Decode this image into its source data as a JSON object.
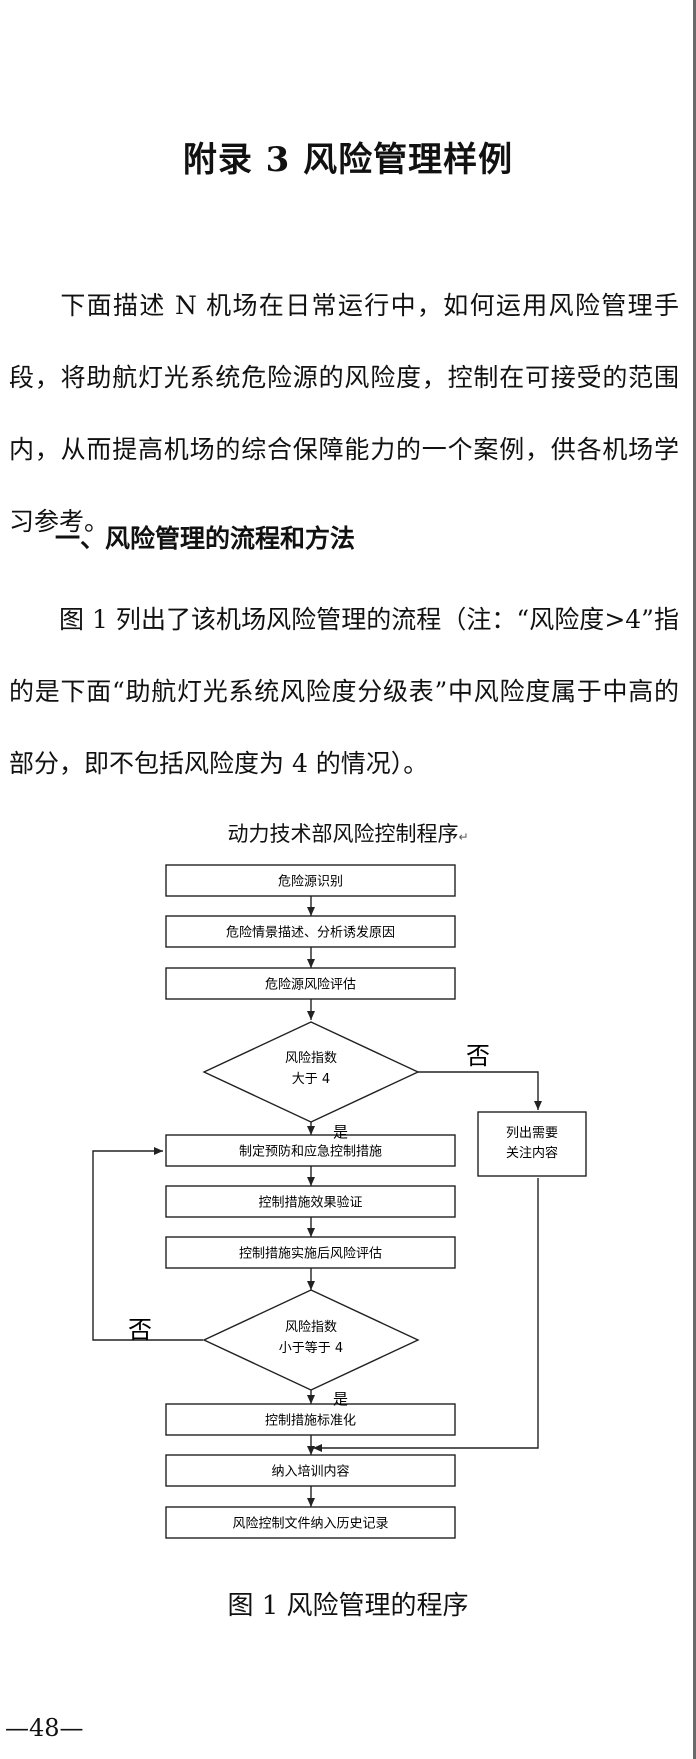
{
  "document": {
    "title": "附录 3  风险管理样例",
    "paragraph_1": "下面描述 N 机场在日常运行中，如何运用风险管理手段，将助航灯光系统危险源的风险度，控制在可接受的范围内，从而提高机场的综合保障能力的一个案例，供各机场学习参考。",
    "section_heading": "一、风险管理的流程和方法",
    "paragraph_2": "图 1  列出了该机场风险管理的流程（注：“风险度>4”指的是下面“助航灯光系统风险度分级表”中风险度属于中高的部分，即不包括风险度为 4 的情况）。",
    "page_number": "—48—"
  },
  "flowchart": {
    "title": "动力技术部风险控制程序",
    "return_mark": "↵",
    "steps": [
      "危险源识别",
      "危险情景描述、分析诱发原因",
      "危险源风险评估",
      "制定预防和应急控制措施",
      "控制措施效果验证",
      "控制措施实施后风险评估",
      "控制措施标准化",
      "纳入培训内容",
      "风险控制文件纳入历史记录"
    ],
    "decision_1": {
      "line1": "风险指数",
      "line2": "大于 4",
      "yes": "是",
      "no": "否"
    },
    "decision_2": {
      "line1": "风险指数",
      "line2": "小于等于 4",
      "yes": "是",
      "no": "否"
    },
    "side_box": {
      "line1": "列出需要",
      "line2": "关注内容"
    },
    "caption": "图 1  风险管理的程序"
  }
}
